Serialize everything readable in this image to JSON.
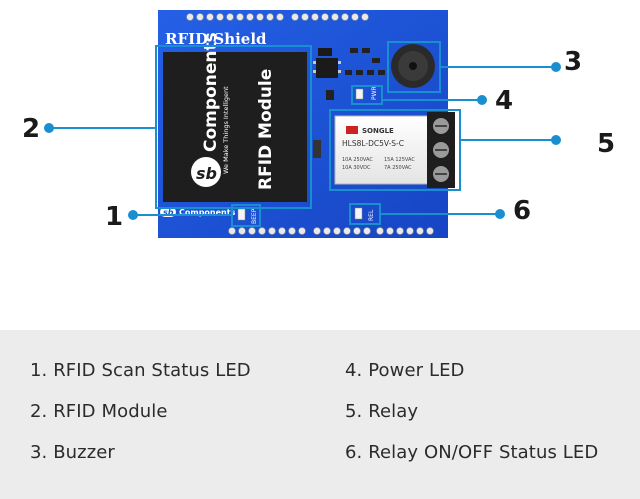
{
  "board": {
    "title": "RFID Shield",
    "module_brand": "Components",
    "module_tagline": "We Make Things Intelligent",
    "module_label": "RFID Module",
    "logo_text": "sb",
    "bottom_brand": "Components",
    "bottom_logo": "sb",
    "relay_brand": "SONGLE",
    "relay_model": "HLS8L-DC5V-S-C",
    "relay_rating_left_1": "10A 250VAC",
    "relay_rating_left_2": "10A 30VDC",
    "relay_rating_right_1": "15A 125VAC",
    "relay_rating_right_2": "7A 250VAC",
    "label_beep": "BEEP",
    "label_pwr": "PWR",
    "label_rel": "REL",
    "pcb_color": "#1a4fd6",
    "callout_color": "#1a8fd0"
  },
  "callouts": [
    "1",
    "2",
    "3",
    "4",
    "5",
    "6"
  ],
  "legend": {
    "items": [
      "1. RFID Scan Status LED",
      "2. RFID Module",
      "3. Buzzer",
      "4. Power LED",
      "5. Relay",
      "6. Relay ON/OFF Status LED"
    ]
  }
}
